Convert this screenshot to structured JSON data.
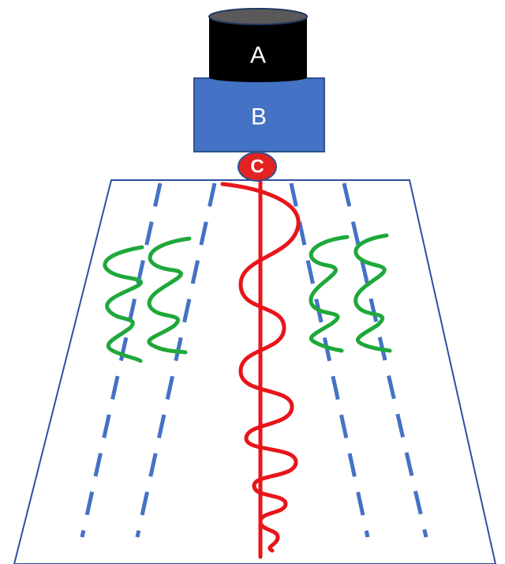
{
  "labels": {
    "a": "A",
    "b": "B",
    "c": "C"
  },
  "colors": {
    "cylinder_body": "#000000",
    "cylinder_top": "#595959",
    "block_fill": "#4472c4",
    "block_stroke": "#2f528f",
    "probe": "#e32222",
    "dashed_lines": "#4472c4",
    "green_waves": "#1fa83a",
    "red_wave": "#e8151b",
    "trapezoid_outline": "#2f4f9f",
    "background": "#ffffff"
  }
}
